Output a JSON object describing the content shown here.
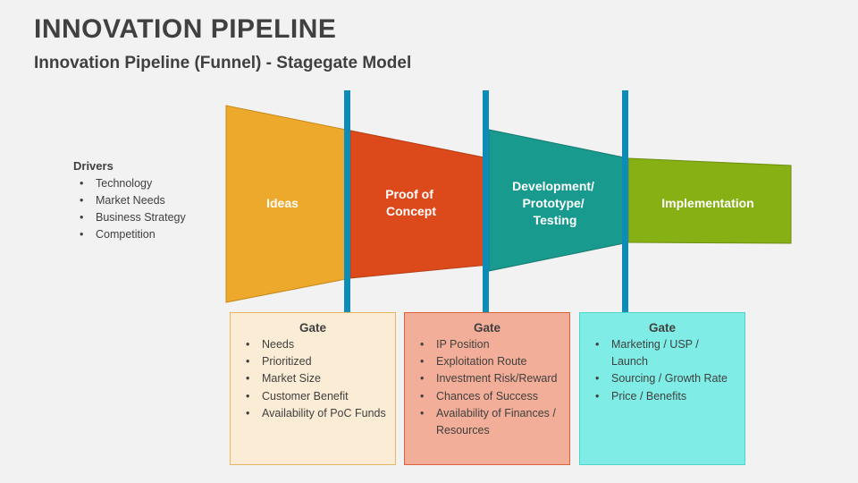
{
  "slide": {
    "title": "INNOVATION PIPELINE",
    "subtitle": "Innovation Pipeline (Funnel) - Stagegate Model",
    "background_color": "#f2f2f2",
    "text_color": "#404040"
  },
  "drivers": {
    "heading": "Drivers",
    "bullet_glyph": "•",
    "items": [
      "Technology",
      "Market Needs",
      "Business Strategy",
      "Competition"
    ]
  },
  "funnel": {
    "divider_color": "#0e8cb8",
    "segments": [
      {
        "label": "Ideas",
        "color": "#eda92b",
        "label_lines": [
          "Ideas"
        ]
      },
      {
        "label": "Proof of Concept",
        "color": "#dc4a1b",
        "label_lines": [
          "Proof of",
          "Concept"
        ]
      },
      {
        "label": "Development/ Prototype/ Testing",
        "color": "#199a8e",
        "label_lines": [
          "Development/",
          "Prototype/",
          "Testing"
        ]
      },
      {
        "label": "Implementation",
        "color": "#87b014",
        "label_lines": [
          "Implementation"
        ]
      }
    ]
  },
  "gates": [
    {
      "title": "Gate",
      "fill": "#fbecd5",
      "border": "#e8b560",
      "bullet_glyph": "•",
      "items": [
        "Needs",
        "Prioritized",
        "Market Size",
        "Customer Benefit",
        "Availability of PoC Funds"
      ]
    },
    {
      "title": "Gate",
      "fill": "#f2ae98",
      "border": "#d9623c",
      "bullet_glyph": "•",
      "items": [
        "IP Position",
        "Exploitation Route",
        "Investment Risk/Reward",
        "Chances of Success",
        "Availability of Finances / Resources"
      ]
    },
    {
      "title": "Gate",
      "fill": "#7fede5",
      "border": "#4fd6cb",
      "bullet_glyph": "•",
      "items": [
        "Marketing / USP / Launch",
        "Sourcing / Growth Rate",
        "Price / Benefits"
      ]
    }
  ]
}
